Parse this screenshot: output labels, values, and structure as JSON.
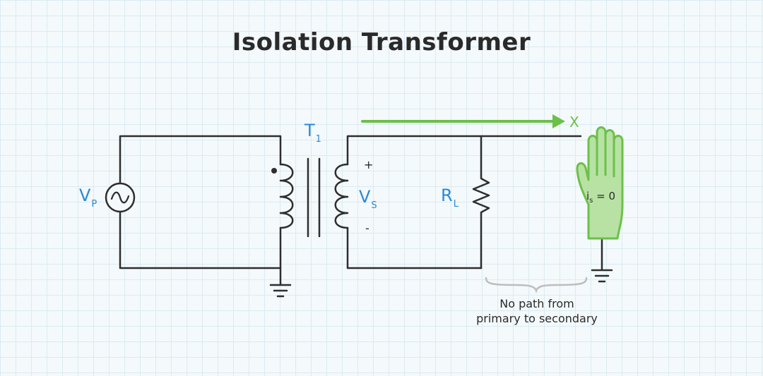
{
  "title": "Isolation Transformer",
  "labels": {
    "transformer": "T",
    "transformer_sub": "1",
    "source": "V",
    "source_sub": "P",
    "secondary_voltage": "V",
    "secondary_voltage_sub": "S",
    "plus": "+",
    "minus": "-",
    "load": "R",
    "load_sub": "L",
    "blocked": "X",
    "current": "i",
    "current_sub": "s",
    "current_value": " = 0"
  },
  "note": {
    "line1": "No path from",
    "line2": "primary to secondary"
  },
  "colors": {
    "accent_green": "#6cc04a",
    "label_blue": "#2a8ad6",
    "wire": "#2e2e2e"
  }
}
